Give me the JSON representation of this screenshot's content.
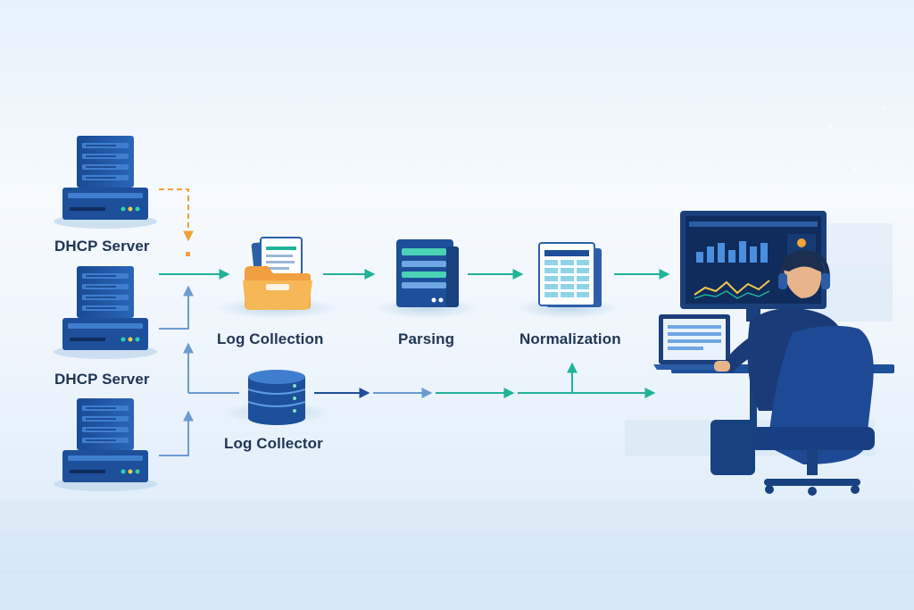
{
  "servers": [
    {
      "label": "DHCP Server"
    },
    {
      "label": "DHCP Server"
    },
    {
      "label": ""
    }
  ],
  "stages": {
    "log_collection": "Log Collection",
    "parsing": "Parsing",
    "normalization": "Normalization",
    "log_collector": "Log Collector"
  },
  "icons": {
    "server": "server-rack-icon",
    "folder": "folder-documents-icon",
    "parser": "parsing-list-icon",
    "normalizer": "table-document-icon",
    "database": "database-icon",
    "analyst": "analyst-at-workstation-icon"
  },
  "colors": {
    "server_blue": "#1d4f9a",
    "flow_green": "#21b29a",
    "flow_blue": "#6a9bd1",
    "flow_orange": "#f2a33a",
    "label_text": "#1f3554"
  }
}
